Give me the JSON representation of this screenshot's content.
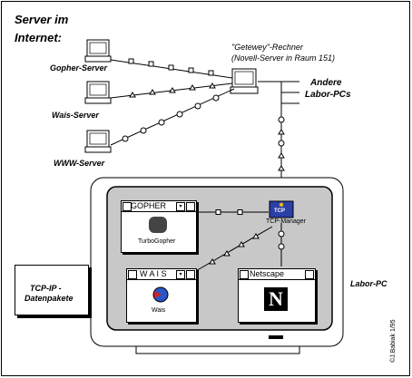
{
  "title_line1": "Server im",
  "title_line2": "Internet:",
  "servers": {
    "gopher": "Gopher-Server",
    "wais": "Wais-Server",
    "www": "WWW-Server"
  },
  "gateway_line1": "\"Getewey\"-Rechner",
  "gateway_line2": "(Novell-Server in Raum 151)",
  "other_pcs_line1": "Andere",
  "other_pcs_line2": "Labor-PCs",
  "labor_pc": "Labor-PC",
  "apps": {
    "gopher_title": "GOPHER",
    "gopher_icon_label": "TurboGopher",
    "wais_title": "W A I S",
    "wais_icon_label": "Wais",
    "netscape_title": "Netscape",
    "tcp_icon_text": "TCP",
    "tcp_label": "TCP-Manager"
  },
  "legend": {
    "line1": "TCP-IP -",
    "line2": "Datenpakete"
  },
  "copyright": "©J.Babiak 1/95",
  "colors": {
    "screen_bg": "#c8c8c8",
    "line": "#000000"
  }
}
